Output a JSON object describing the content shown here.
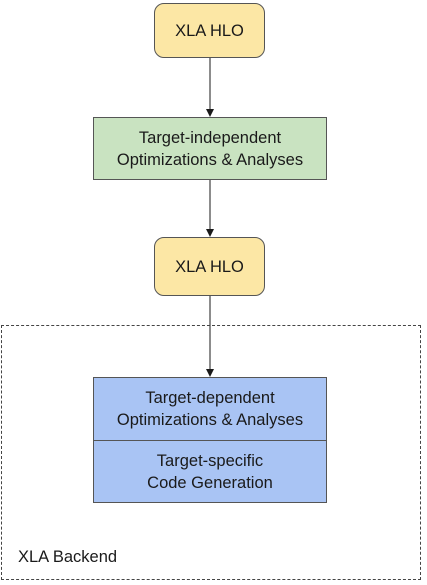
{
  "colors": {
    "hlo_fill": "#fce7a5",
    "independent_fill": "#c9e3c1",
    "backend_fill": "#a9c4f4",
    "border": "#555555",
    "arrow": "#1a1a1a"
  },
  "nodes": {
    "hlo_top": {
      "label": "XLA HLO"
    },
    "target_independent": {
      "lines": [
        "Target-independent",
        "Optimizations & Analyses"
      ]
    },
    "hlo_mid": {
      "label": "XLA HLO"
    },
    "target_dependent": {
      "lines": [
        "Target-dependent",
        "Optimizations & Analyses"
      ]
    },
    "code_generation": {
      "lines": [
        "Target-specific",
        "Code Generation"
      ]
    }
  },
  "groups": {
    "backend": {
      "label": "XLA Backend"
    }
  }
}
